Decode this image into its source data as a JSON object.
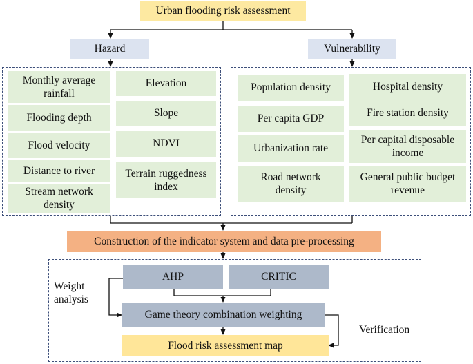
{
  "title": "Urban flooding risk assessment",
  "hazard": {
    "label": "Hazard",
    "left_column": [
      "Monthly average rainfall",
      "Flooding depth",
      "Flood velocity",
      "Distance to river",
      "Stream network density"
    ],
    "right_column": [
      "Elevation",
      "Slope",
      "NDVI",
      "Terrain ruggedness index"
    ]
  },
  "vulnerability": {
    "label": "Vulnerability",
    "left_column": [
      "Population density",
      "Per capita GDP",
      "Urbanization rate",
      "Road network density"
    ],
    "right_column": [
      "Hospital density",
      "Fire station density",
      "Per capital disposable income",
      "General public budget revenue"
    ]
  },
  "construction": "Construction of the indicator system and data pre-processing",
  "weight_analysis_label": "Weight analysis",
  "ahp": "AHP",
  "critic": "CRITIC",
  "game_theory": "Game theory combination weighting",
  "verification_label": "Verification",
  "map": "Flood risk assessment map",
  "colors": {
    "title_fill": "#fde9a1",
    "category_fill": "#dce3f0",
    "indicator_fill": "#e2efd9",
    "construction_fill": "#f4b183",
    "method_fill": "#adb9ca",
    "map_fill": "#ffe699",
    "dashed_border": "#3d4f7a"
  }
}
